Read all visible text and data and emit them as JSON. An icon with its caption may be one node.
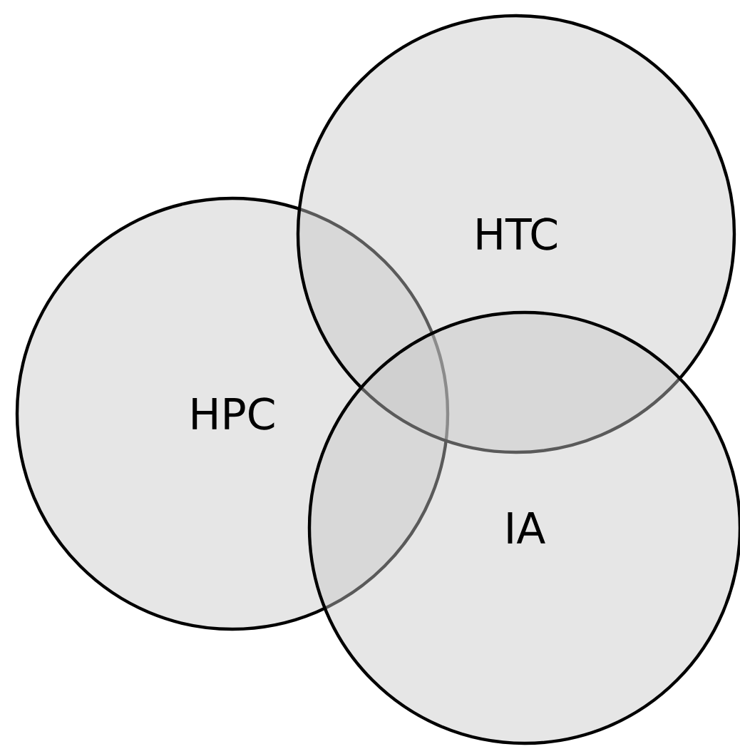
{
  "diagram": {
    "nodes": [
      {
        "text": [
          "HPC"
        ]
      },
      {
        "text": [
          "HTC"
        ]
      },
      {
        "text": [
          "IA"
        ]
      }
    ]
  }
}
